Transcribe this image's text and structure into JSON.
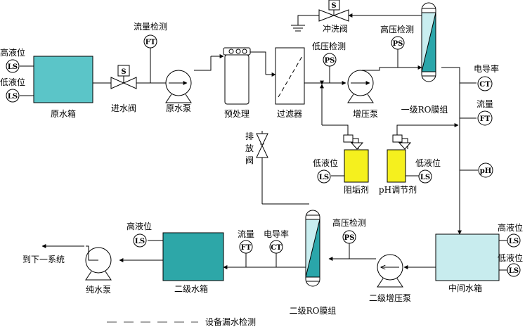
{
  "colors": {
    "raw_tank": "#5bc5c8",
    "secondary_tank": "#2da7a8",
    "middle_tank": "#c8ecee",
    "membrane_light": "#c9eef0",
    "membrane_dark": "#2aa6aa",
    "dosing": "#f5f01e",
    "line": "#000000"
  },
  "equipment": {
    "raw_tank": "原水箱",
    "inlet_valve": "进水阀",
    "raw_pump": "原水泵",
    "pretreatment": "预处理",
    "filter": "过滤器",
    "booster_pump": "增压泵",
    "ro1": "一级RO膜组",
    "flush_valve": "冲洗阀",
    "drain_valve": [
      "排",
      "放",
      "阀"
    ],
    "antiscalant": "阻垢剂",
    "ph_agent": "pH调节剂",
    "middle_tank": "中间水箱",
    "booster_pump2": "二级增压泵",
    "ro2": "二级RO膜组",
    "secondary_tank": "二级水箱",
    "pure_pump": "纯水泵",
    "next_system": "到下一系统"
  },
  "labels": {
    "high_level": "高液位",
    "low_level": "低液位",
    "flow_check": "流量检测",
    "low_pressure_check": "低压检测",
    "high_pressure_check": "高压检测",
    "conductivity": "电导率",
    "flow": "流量"
  },
  "instruments": {
    "ls": "LS",
    "ft": "FT",
    "ps": "PS",
    "ct": "CT",
    "ph": "pH",
    "solenoid": "S"
  },
  "legend": {
    "leak_detection": "设备漏水检测"
  }
}
